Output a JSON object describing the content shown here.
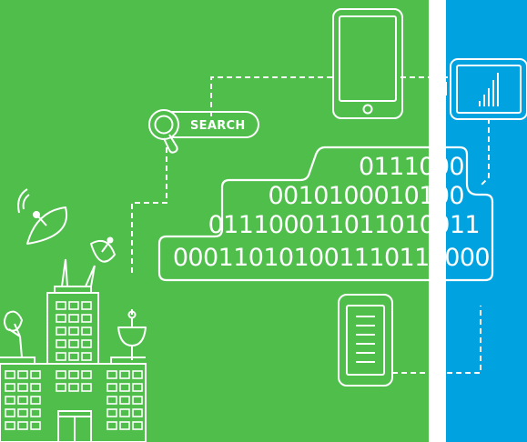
{
  "search": {
    "label": "SEARCH"
  },
  "binary": {
    "lines": [
      "0111000",
      "0010100010100",
      "011100011011010011",
      "000110101001110111000"
    ]
  },
  "colors": {
    "green_background": "#4fbe4b",
    "blue_panel": "#00a3e0",
    "line_color": "#ffffff"
  },
  "icons": [
    "satellite-dish-icon",
    "building-icon",
    "search-icon",
    "tablet-icon",
    "signal-chart-icon",
    "phone-icon"
  ]
}
